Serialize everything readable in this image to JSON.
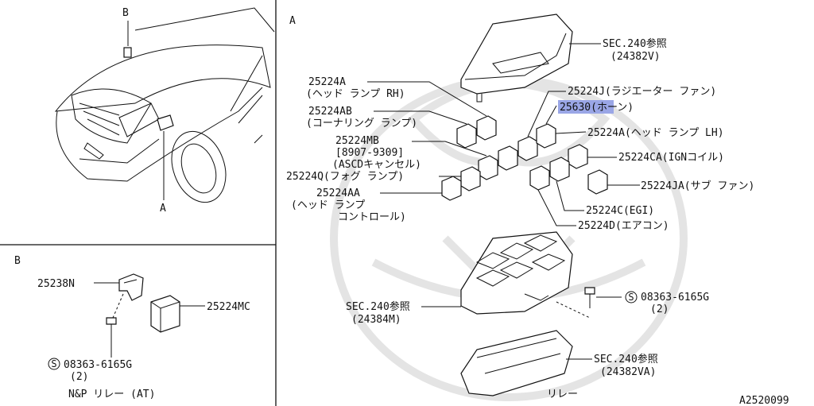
{
  "diagram_id": "A2520099",
  "panel_a": {
    "label": "A",
    "callouts": {
      "sec240_top": "SEC.240参照",
      "sec240_top_code": "(24382V)",
      "r25224a": "25224A",
      "r25224a_desc": "(ヘッド ランプ RH)",
      "r25224ab": "25224AB",
      "r25224ab_desc": "(コーナリング ランプ)",
      "r25224mb": "25224MB",
      "r25224mb_range": "[8907-9309]",
      "r25224mb_desc": "(ASCDキャンセル)",
      "r25224q": "25224Q(フォグ ランプ)",
      "r25224aa": "25224AA",
      "r25224aa_desc1": "(ヘッド ランプ",
      "r25224aa_desc2": "コントロール)",
      "r25224j": "25224J(ラジエーター ファン)",
      "r25630": "25630(ホーン)",
      "r25224a_lh": "25224A(ヘッド ランプ LH)",
      "r25224ca": "25224CA(IGNコイル)",
      "r25224ja": "25224JA(サブ ファン)",
      "r25224c": "25224C(EGI)",
      "r25224d": "25224D(エアコン)",
      "sec240_mid": "SEC.240参照",
      "sec240_mid_code": "(24384M)",
      "bolt": "08363-6165G",
      "bolt_qty": "(2)",
      "bolt_symbol": "S",
      "sec240_bot": "SEC.240参照",
      "sec240_bot_code": "(24382VA)",
      "caption": "リレー"
    },
    "highlight_color": "#9aa6e6"
  },
  "panel_car": {
    "label_b": "B",
    "label_a": "A"
  },
  "panel_b": {
    "label": "B",
    "bracket": "25238N",
    "relay": "25224MC",
    "bolt": "08363-6165G",
    "bolt_qty": "(2)",
    "bolt_symbol": "S",
    "caption": "N&P リレー (AT)"
  }
}
